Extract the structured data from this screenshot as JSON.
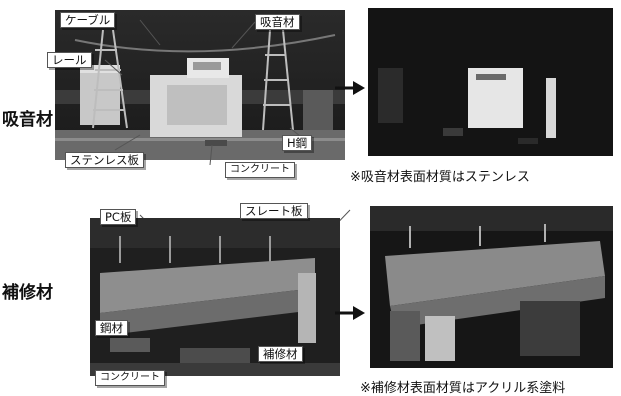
{
  "rows": {
    "top": {
      "label": "吸音材",
      "callouts": {
        "cable": "ケーブル",
        "absorber": "吸音材",
        "rail": "レール",
        "stainless_plate": "ステンレス板",
        "concrete": "コンクリート",
        "h_steel": "H鋼"
      },
      "note": "※吸音材表面材質はステンレス"
    },
    "bottom": {
      "label": "補修材",
      "callouts": {
        "pc_plate": "PC板",
        "slate_plate": "スレート板",
        "steel": "鋼材",
        "repair_material": "補修材",
        "concrete": "コンクリート"
      },
      "note": "※補修材表面材質はアクリル系塗料"
    }
  },
  "colors": {
    "ink": "#111111",
    "tag_border": "#555555",
    "photo_dark": "#141414"
  }
}
